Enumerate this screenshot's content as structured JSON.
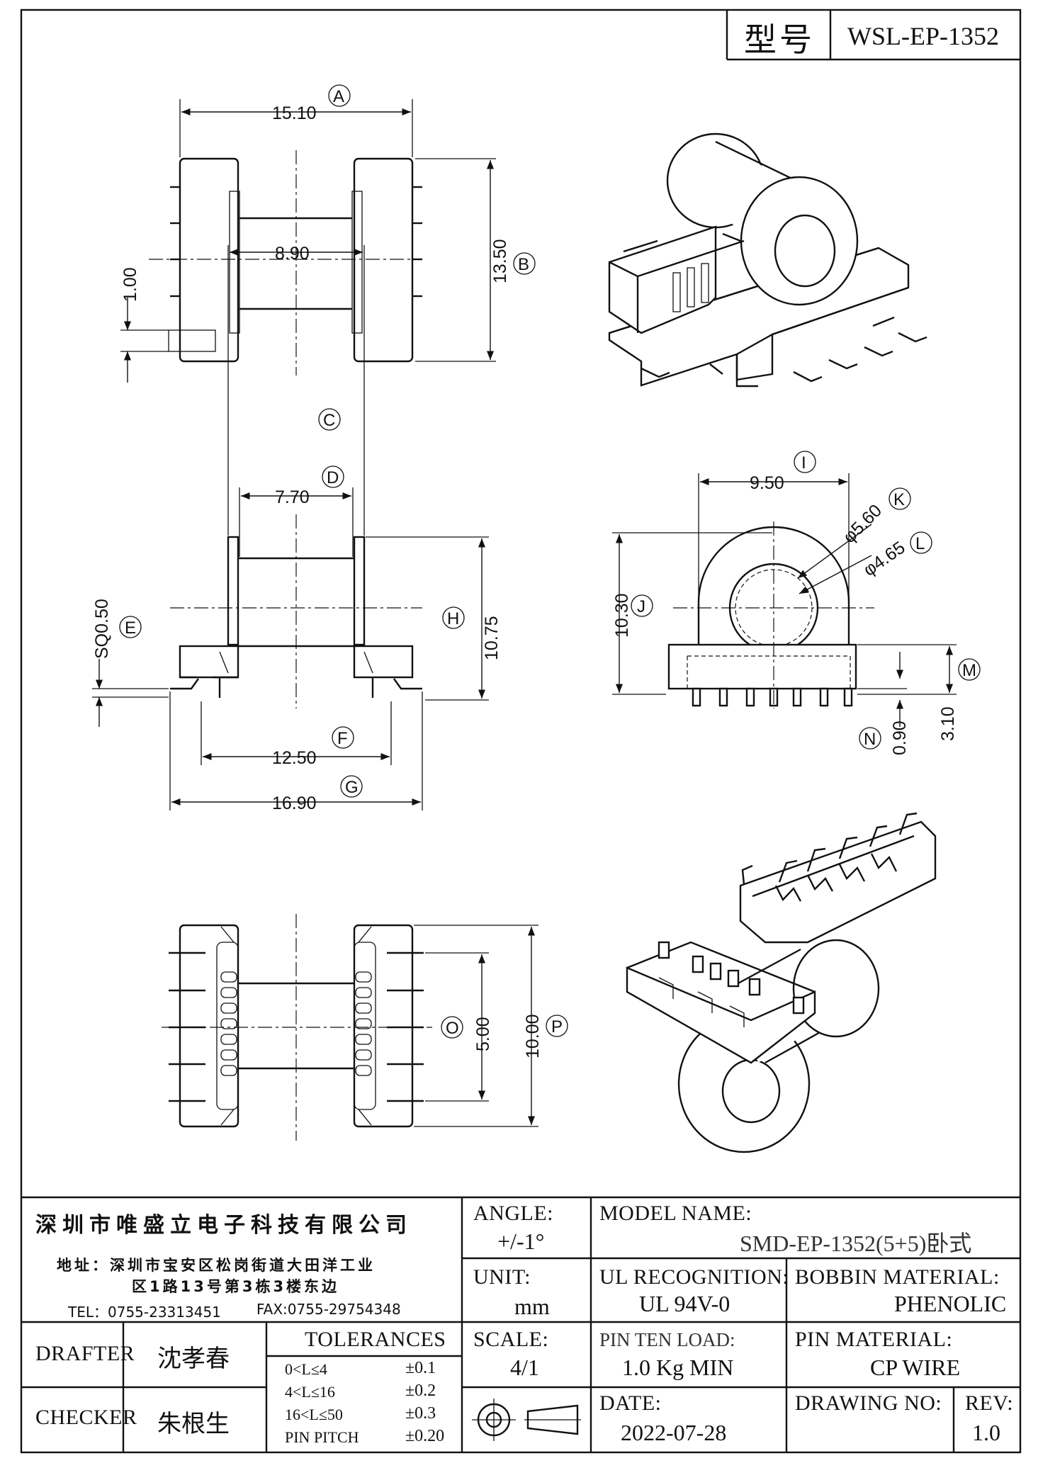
{
  "model_box": {
    "label": "型号",
    "value": "WSL-EP-1352"
  },
  "top_view": {
    "dim_a": {
      "letter": "A",
      "value": "15.10"
    },
    "dim_b": {
      "letter": "B",
      "value": "13.50"
    },
    "dim_pitch": "1.00"
  },
  "front_view": {
    "dim_c": {
      "letter": "C",
      "value": "8.90"
    },
    "dim_d": {
      "letter": "D",
      "value": "7.70"
    },
    "dim_e": {
      "letter": "E",
      "value": "SQ0.50"
    },
    "dim_h": {
      "letter": "H",
      "value": "10.75"
    },
    "dim_f": {
      "letter": "F",
      "value": "12.50"
    },
    "dim_g": {
      "letter": "G",
      "value": "16.90"
    }
  },
  "side_view": {
    "dim_i": {
      "letter": "I",
      "value": "9.50"
    },
    "dim_j": {
      "letter": "J",
      "value": "10.30"
    },
    "dim_k": {
      "letter": "K",
      "value": "φ5.60"
    },
    "dim_l": {
      "letter": "L",
      "value": "φ4.65"
    },
    "dim_m": {
      "letter": "M",
      "value": "3.10"
    },
    "dim_n": {
      "letter": "N",
      "value": "0.90"
    }
  },
  "bottom_view": {
    "dim_o": {
      "letter": "O",
      "value": "5.00"
    },
    "dim_p": {
      "letter": "P",
      "value": "10.00"
    }
  },
  "title_block": {
    "company": "深圳市唯盛立电子科技有限公司",
    "address_line1": "地址：深圳市宝安区松岗街道大田洋工业",
    "address_line2": "区1路13号第3栋3楼东边",
    "tel": "TEL：0755-23313451",
    "fax": "FAX:0755-29754348",
    "angle_label": "ANGLE:",
    "angle_value": "+/-1°",
    "model_name_label": "MODEL NAME:",
    "model_name_value": "SMD-EP-1352(5+5)卧式",
    "unit_label": "UNIT:",
    "unit_value": "mm",
    "ul_label": "UL RECOGNITION:",
    "ul_value": "UL 94V-0",
    "bobbin_label": "BOBBIN MATERIAL:",
    "bobbin_value": "PHENOLIC",
    "drafter_label": "DRAFTER",
    "drafter_value": "沈孝春",
    "tolerances_label": "TOLERANCES",
    "tolerances": [
      {
        "range": "0<L≤4",
        "tol": "±0.1"
      },
      {
        "range": "4<L≤16",
        "tol": "±0.2"
      },
      {
        "range": "16<L≤50",
        "tol": "±0.3"
      },
      {
        "range": "PIN PITCH",
        "tol": "±0.20"
      }
    ],
    "scale_label": "SCALE:",
    "scale_value": "4/1",
    "pin_load_label": "PIN TEN LOAD:",
    "pin_load_value": "1.0 Kg MIN",
    "pin_material_label": "PIN MATERIAL:",
    "pin_material_value": "CP WIRE",
    "checker_label": "CHECKER",
    "checker_value": "朱根生",
    "date_label": "DATE:",
    "date_value": "2022-07-28",
    "drawing_no_label": "DRAWING NO:",
    "drawing_no_value": "",
    "rev_label": "REV:",
    "rev_value": "1.0"
  }
}
